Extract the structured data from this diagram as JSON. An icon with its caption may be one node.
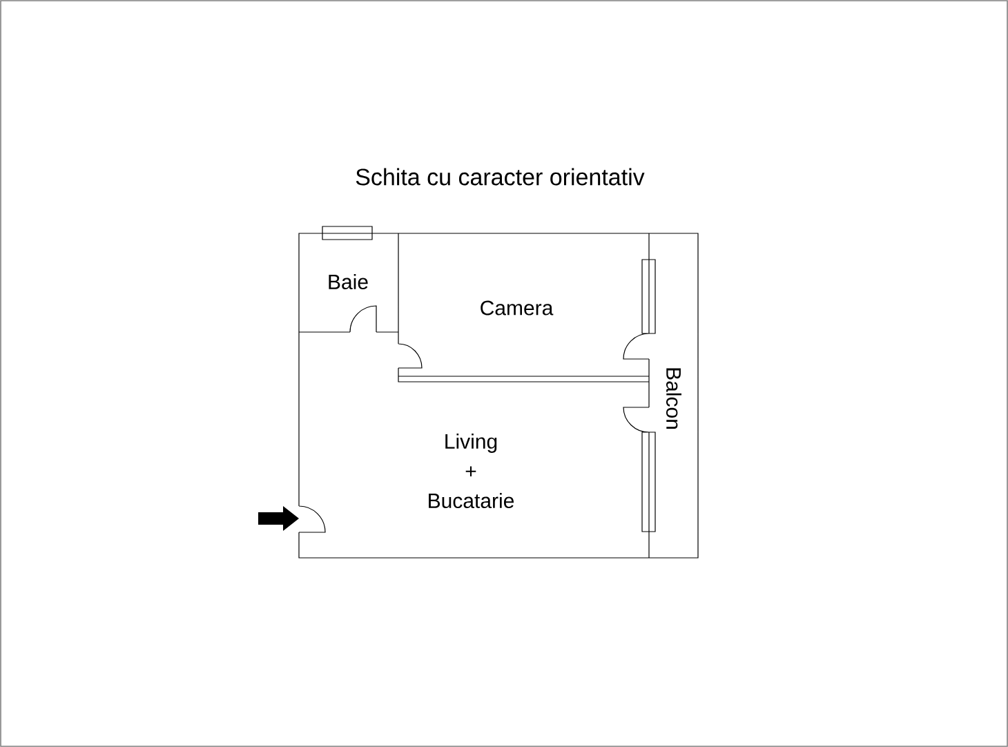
{
  "diagram": {
    "title": "Schita cu caracter orientativ",
    "labels": [
      "Baie",
      "Camera",
      "Balcon",
      "Living + Bucatarie"
    ]
  }
}
